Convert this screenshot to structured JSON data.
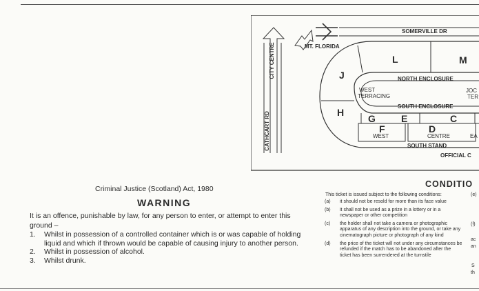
{
  "map": {
    "road_top": "SOMERVILLE DR",
    "road_left": "CATHCART RD",
    "city_centre": "CITY CENTRE",
    "station": "MT. FLORIDA",
    "sections": {
      "L": "L",
      "M": "M",
      "J": "J",
      "H": "H",
      "G": "G",
      "E": "E",
      "C": "C",
      "F": "F",
      "D": "D"
    },
    "north_enclosure": "NORTH ENCLOSURE",
    "west_terracing_1": "WEST",
    "west_terracing_2": "TERRACING",
    "east_terracing_1": "JOC",
    "east_terracing_2": "TER",
    "south_enclosure": "SOUTH ENCLOSURE",
    "west": "WEST",
    "centre": "CENTRE",
    "east_partial": "EA",
    "south_stand": "SOUTH STAND",
    "official": "OFFICIAL C"
  },
  "warning": {
    "act": "Criminal Justice (Scotland) Act, 1980",
    "title": "WARNING",
    "intro": "It is an offence, punishable by law, for any person to enter, or attempt to enter this ground –",
    "items": [
      {
        "num": "1.",
        "text": "Whilst in possession of a controlled container which is or was capable of holding liquid and which if thrown would be capable of causing injury to another person."
      },
      {
        "num": "2.",
        "text": "Whilst in possession of alcohol."
      },
      {
        "num": "3.",
        "text": "Whilst drunk."
      }
    ]
  },
  "conditions": {
    "title": "CONDITIO",
    "intro": "This ticket is issued subject to the following conditions:",
    "items": [
      {
        "num": "(a)",
        "text": "it should not be resold for more than its face value"
      },
      {
        "num": "(b)",
        "text": "it shall not be used as a prize in a lottery or in a newspaper or other competition"
      },
      {
        "num": "(c)",
        "text": "the holder shall not take a camera or photographic apparatus of any description into the ground, or take any cinematograph picture or photograph of any kind"
      },
      {
        "num": "(d)",
        "text": "the price of the ticket will not under any circumstances be refunded if the match has to be abandoned after the ticket has been surrendered at the turnstile"
      }
    ],
    "edge": {
      "e": "(e)",
      "f": "(f)",
      "ac": "ac",
      "an": "an",
      "s": "S",
      "th": "th"
    }
  }
}
